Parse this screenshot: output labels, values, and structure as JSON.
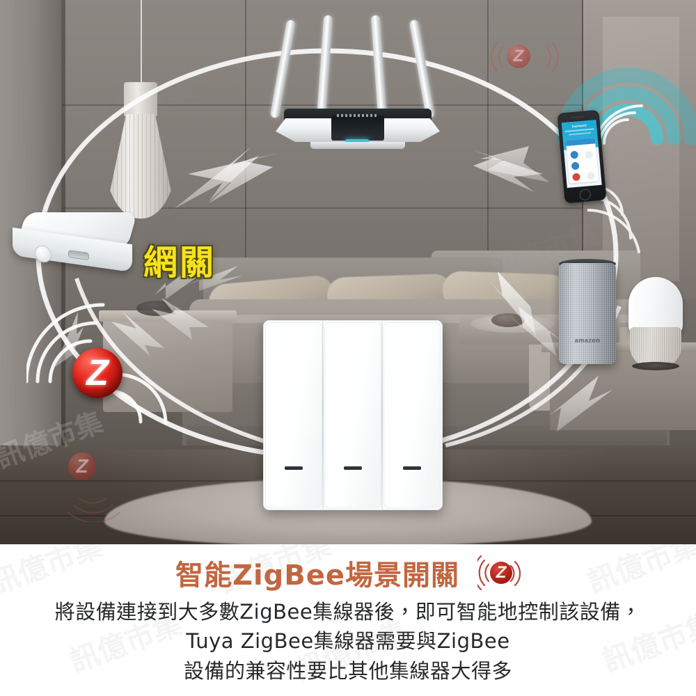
{
  "scene": {
    "alt": "smart-home-bedroom-scene",
    "gateway_label": "網關",
    "devices": {
      "router": "wifi-router",
      "gateway": "zigbee-gateway-hub",
      "phone": "smartphone-app",
      "phone_app_title": "Dashboard",
      "echo": "amazon-echo-speaker",
      "echo_logo": "amazon",
      "google_home": "google-home-speaker",
      "wall_switch": "3-gang-scene-switch",
      "zigbee_badge": "Z"
    },
    "colors": {
      "gateway_label_fill": "#f7e21a",
      "gateway_label_stroke": "#4c4a18",
      "wifi_wave": "#1fc2d6",
      "zigbee_red": "#e2231a",
      "arrow_white": "#ffffff"
    }
  },
  "watermark": {
    "text": "訊億市集",
    "occurrences": 7
  },
  "caption": {
    "title": "智能ZigBee場景開關",
    "title_color": "#c26640",
    "logo_letter": "Z",
    "lines": [
      "將設備連接到大多數ZigBee集線器後，即可智能地控制該設備，",
      "Tuya ZigBee集線器需要與ZigBee",
      "設備的兼容性要比其他集線器大得多"
    ],
    "body_color": "#26292b"
  }
}
